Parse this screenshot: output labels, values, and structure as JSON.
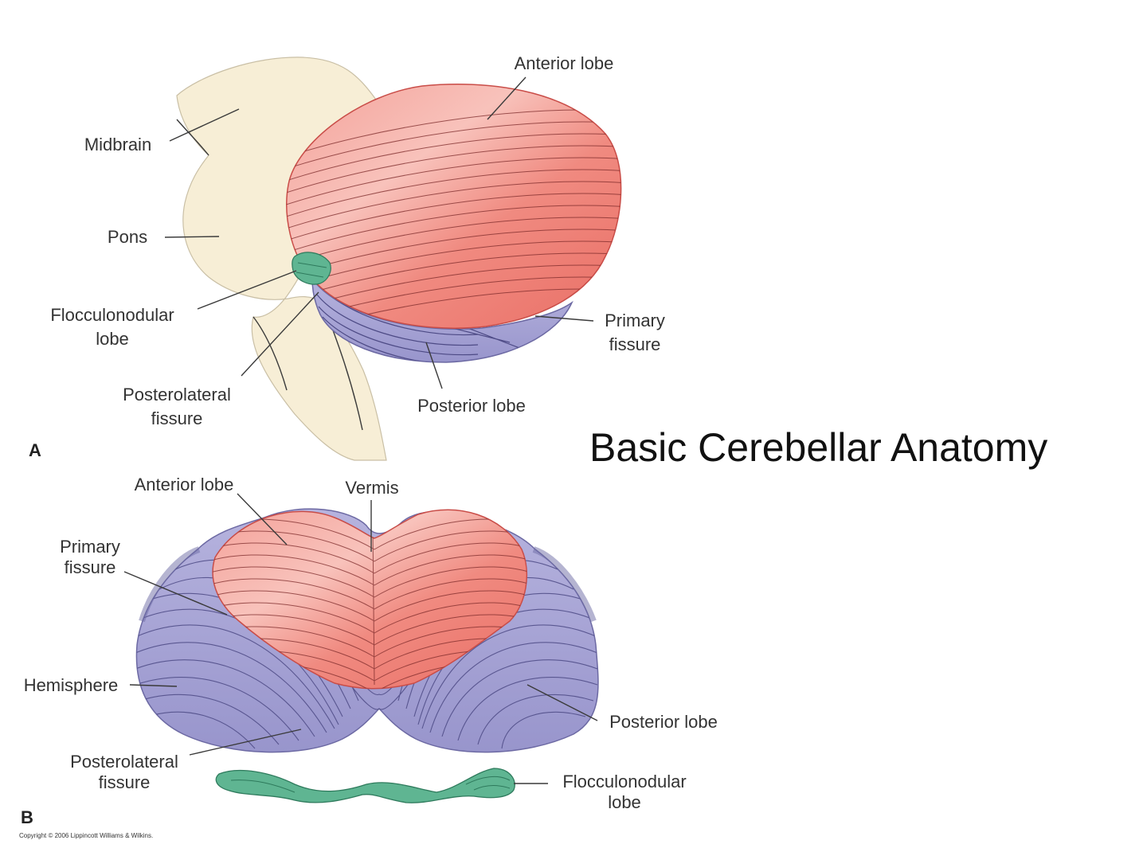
{
  "title": "Basic Cerebellar Anatomy",
  "panel_a": {
    "letter": "A",
    "labels": {
      "anterior_lobe": "Anterior lobe",
      "midbrain": "Midbrain",
      "pons": "Pons",
      "flocculonodular_1": "Flocculonodular",
      "flocculonodular_2": "lobe",
      "primary_fissure_1": "Primary",
      "primary_fissure_2": "fissure",
      "posterolateral_1": "Posterolateral",
      "posterolateral_2": "fissure",
      "posterior_lobe": "Posterior lobe"
    }
  },
  "panel_b": {
    "letter": "B",
    "labels": {
      "anterior_lobe": "Anterior lobe",
      "vermis": "Vermis",
      "primary_fissure_1": "Primary",
      "primary_fissure_2": "fissure",
      "hemisphere": "Hemisphere",
      "posterior_lobe": "Posterior lobe",
      "posterolateral_1": "Posterolateral",
      "posterolateral_2": "fissure",
      "flocculonodular_1": "Flocculonodular",
      "flocculonodular_2": "lobe"
    }
  },
  "copyright": "Copyright © 2006 Lippincott Williams & Wilkins.",
  "colors": {
    "anterior": "#f08078",
    "posterior": "#a9a6d6",
    "flocculonodular": "#5fb592",
    "brainstem": "#f7edd3"
  }
}
